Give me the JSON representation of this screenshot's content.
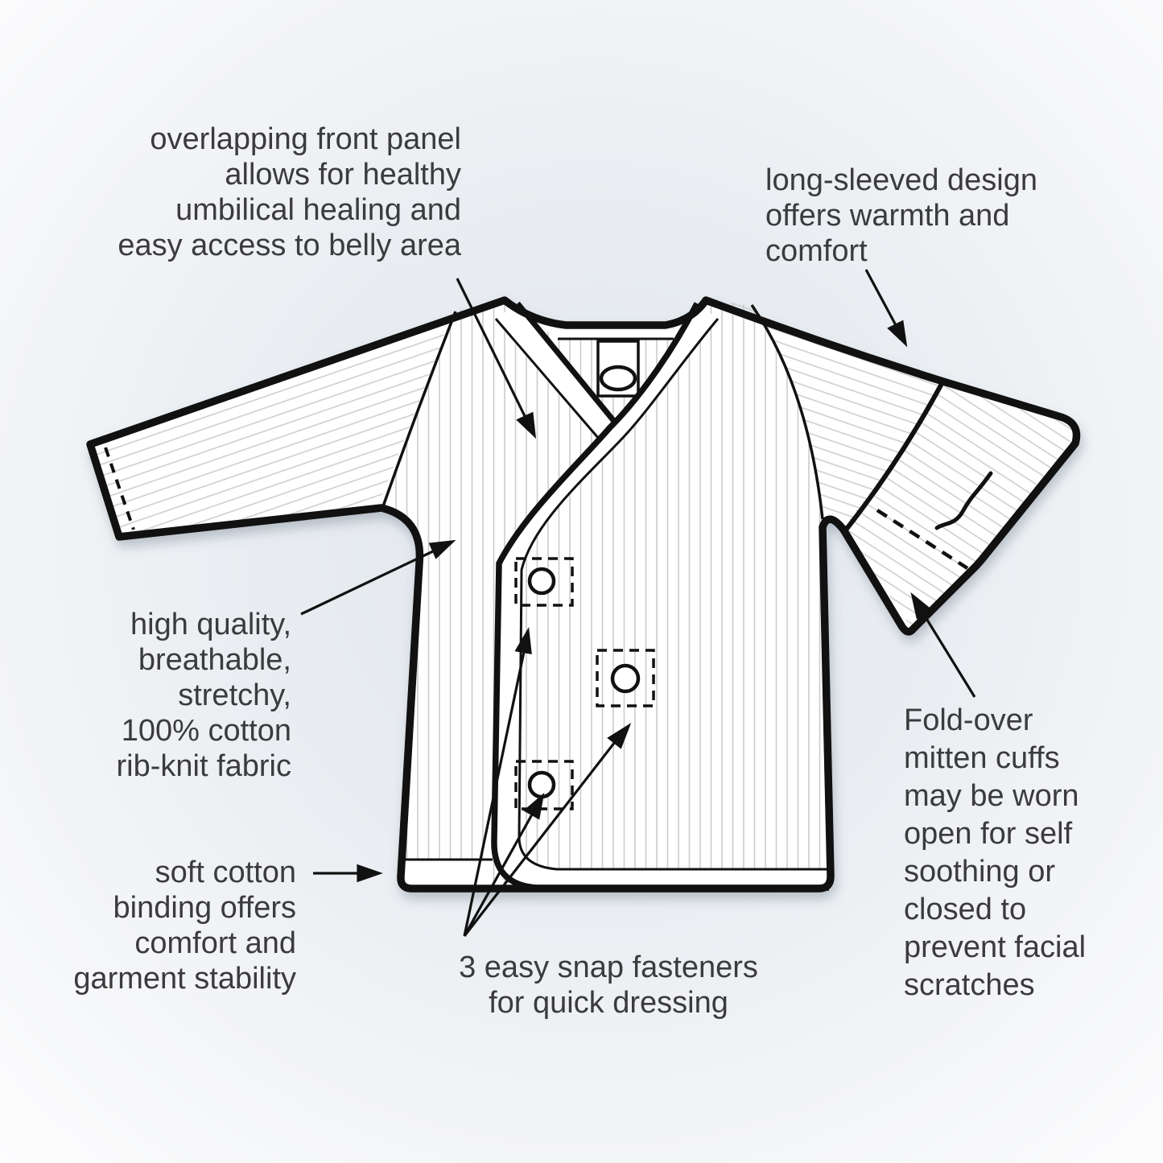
{
  "colors": {
    "ink": "#111111",
    "text": "#3b3b3d",
    "stripe": "#cbcbcb",
    "shirt_fill": "#ffffff",
    "bg_center": "#e1e6ec",
    "bg_corner": "#fdfdfe"
  },
  "annotations": {
    "front_panel": {
      "lines": [
        "overlapping front panel",
        "allows for healthy",
        "umbilical healing and",
        "easy access to belly area"
      ]
    },
    "long_sleeved": {
      "lines": [
        "long-sleeved design",
        "offers warmth and",
        "comfort"
      ]
    },
    "fabric": {
      "lines": [
        "high quality,",
        "breathable,",
        "stretchy,",
        "100% cotton",
        "rib-knit fabric"
      ]
    },
    "binding": {
      "lines": [
        "soft cotton",
        "binding offers",
        "comfort and",
        "garment stability"
      ]
    },
    "snaps": {
      "lines": [
        "3 easy snap fasteners",
        "for quick dressing"
      ]
    },
    "cuffs": {
      "lines": [
        "Fold-over",
        "mitten cuffs",
        "may be worn",
        "open for self",
        "soothing or",
        "closed to",
        "prevent facial",
        "scratches"
      ]
    }
  }
}
